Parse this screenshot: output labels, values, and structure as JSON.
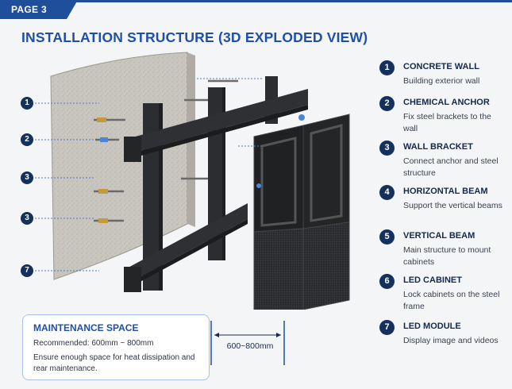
{
  "page_label": "PAGE 3",
  "title": "INSTALLATION STRUCTURE (3D EXPLODED VIEW)",
  "callouts": [
    "1",
    "2",
    "3",
    "3",
    "7"
  ],
  "legend": [
    {
      "num": "1",
      "title": "CONCRETE WALL",
      "desc": "Building exterior wall"
    },
    {
      "num": "2",
      "title": "CHEMICAL ANCHOR",
      "desc": "Fix steel brackets to the wall"
    },
    {
      "num": "3",
      "title": "WALL BRACKET",
      "desc": "Connect anchor and steel structure"
    },
    {
      "num": "4",
      "title": "HORIZONTAL BEAM",
      "desc": "Support the vertical beams"
    },
    {
      "num": "5",
      "title": "VERTICAL BEAM",
      "desc": "Main structure to mount cabinets"
    },
    {
      "num": "6",
      "title": "LED CABINET",
      "desc": "Lock cabinets on the steel frame"
    },
    {
      "num": "7",
      "title": "LED MODULE",
      "desc": "Display image and videos"
    }
  ],
  "maintenance": {
    "title": "MAINTENANCE SPACE",
    "recommended": "Recommended: 600mm ~ 800mm",
    "desc": "Ensure enough space for heat dissipation and rear maintenance."
  },
  "dimension_label": "600~800mm",
  "colors": {
    "accent": "#1f4fa8",
    "badge": "#14305c",
    "steel": "#2b2d30"
  }
}
